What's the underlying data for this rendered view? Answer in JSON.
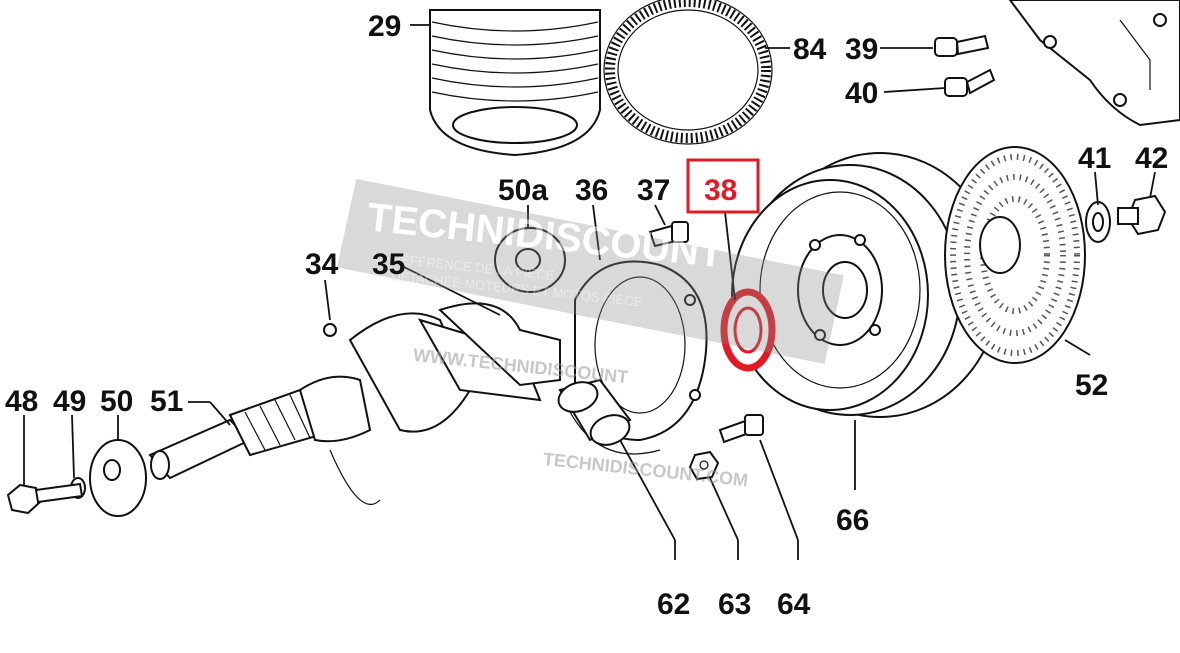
{
  "labels": {
    "l29": "29",
    "l84": "84",
    "l39": "39",
    "l40": "40",
    "l41": "41",
    "l42": "42",
    "l50a": "50a",
    "l36": "36",
    "l37": "37",
    "l38": "38",
    "l34": "34",
    "l35": "35",
    "l48": "48",
    "l49": "49",
    "l50": "50",
    "l51": "51",
    "l52": "52",
    "l66": "66",
    "l62": "62",
    "l63": "63",
    "l64": "64"
  },
  "highlight": {
    "part": "38",
    "color": "#e01b24"
  },
  "watermark": {
    "brand": "TECHNIDISCOUNT",
    "tagline_1": "LA RÉFÉRENCE DE LA PIÈCE",
    "tagline_2": "DÉTACHÉE MOTEURS ET MOTOS PIÈCE",
    "site_1": "WWW.TECHNIDISCOUNT",
    "site_2": "TECHNIDISCOUNT.COM"
  }
}
